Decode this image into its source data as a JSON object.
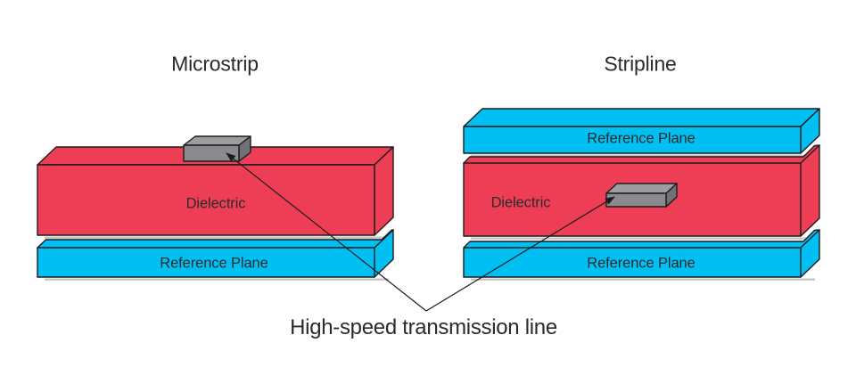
{
  "left_structure": {
    "title": "Microstrip",
    "dielectric_label": "Dielectric",
    "reference_plane_label": "Reference Plane"
  },
  "right_structure": {
    "title": "Stripline",
    "reference_plane_top_label": "Reference Plane",
    "dielectric_label": "Dielectric",
    "reference_plane_bottom_label": "Reference Plane"
  },
  "callout": {
    "label": "High-speed transmission line"
  },
  "colors": {
    "dielectric": "#ee3e56",
    "reference_plane": "#00bff3",
    "trace_top": "#9c9ca1",
    "trace_front": "#8a8a8f",
    "trace_side": "#717176",
    "outline": "#1c1c1c",
    "shadow": "#8f8f8f",
    "text": "#2b2b2b"
  }
}
